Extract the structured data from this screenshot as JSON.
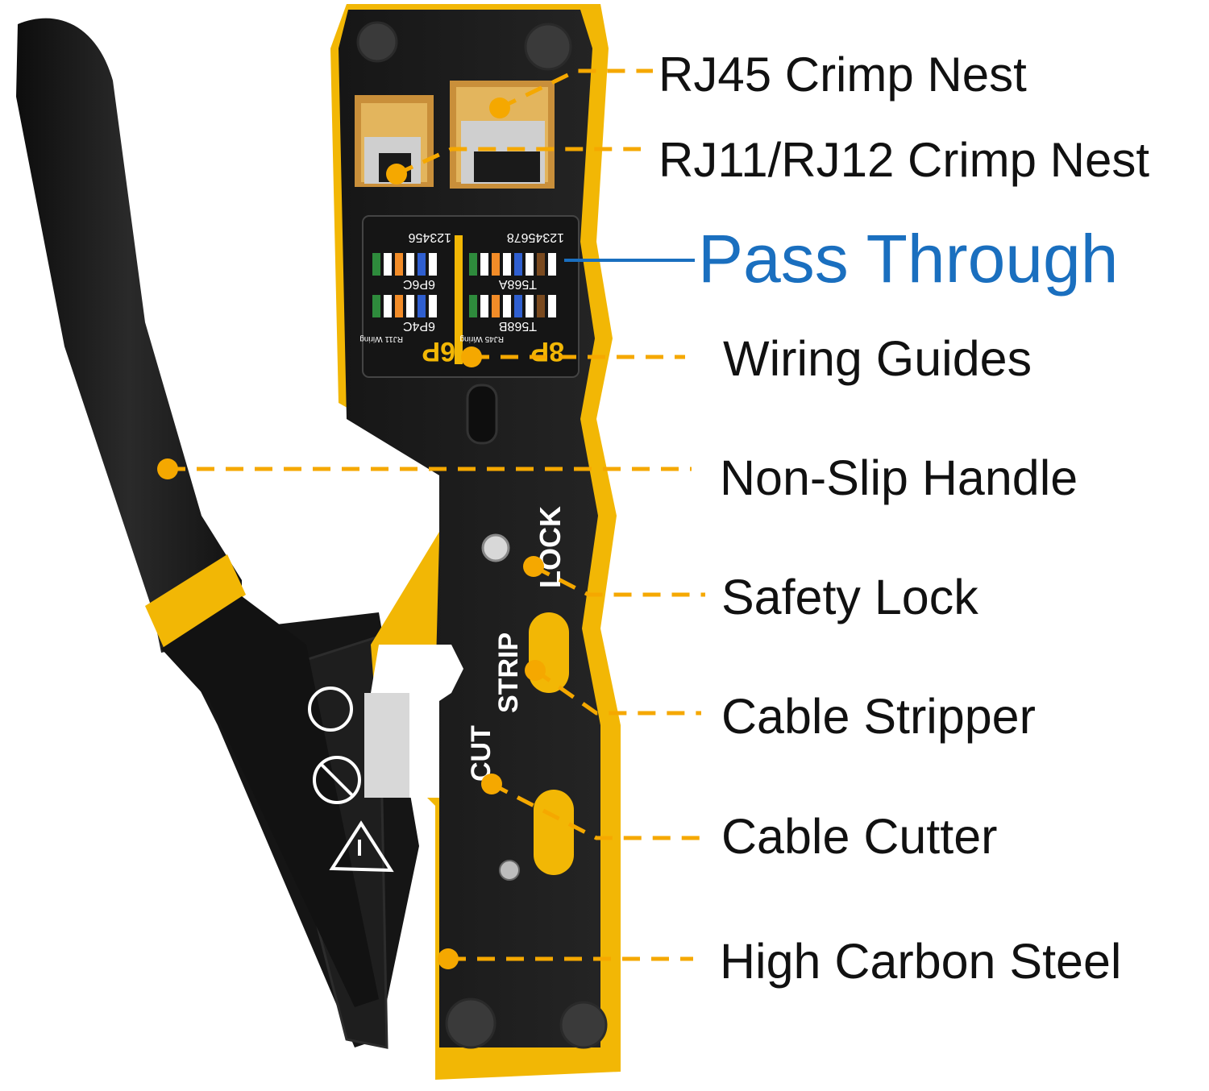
{
  "colors": {
    "accent_yellow": "#f2b705",
    "callout_dot": "#f5a800",
    "tool_black": "#1c1c1c",
    "pass_through_blue": "#1a6fbf",
    "label_text": "#111111",
    "background": "#ffffff"
  },
  "tool_markings": {
    "lock": "LOCK",
    "strip": "STRIP",
    "cut": "CUT",
    "pin_numbers_8": "12345678",
    "pin_numbers_6": "123456",
    "label_8p": "8P",
    "label_6p": "6P",
    "label_t568a": "T568A",
    "label_t568b": "T568B",
    "label_6p6c": "6P6C",
    "label_6p4c": "6P4C",
    "label_rj45_wiring": "RJ45 Wiring",
    "label_rj11_wiring": "RJ11 Wiring"
  },
  "callouts": [
    {
      "id": "rj45-crimp-nest",
      "label": "RJ45 Crimp Nest",
      "line_style": "dashed",
      "color": "#f5a800"
    },
    {
      "id": "rj11-rj12-crimp-nest",
      "label": "RJ11/RJ12 Crimp Nest",
      "line_style": "dashed",
      "color": "#f5a800"
    },
    {
      "id": "pass-through",
      "label": "Pass Through",
      "line_style": "solid",
      "color": "#1a6fbf"
    },
    {
      "id": "wiring-guides",
      "label": "Wiring Guides",
      "line_style": "dashed",
      "color": "#f5a800"
    },
    {
      "id": "non-slip-handle",
      "label": "Non-Slip Handle",
      "line_style": "dashed",
      "color": "#f5a800"
    },
    {
      "id": "safety-lock",
      "label": "Safety Lock",
      "line_style": "dashed",
      "color": "#f5a800"
    },
    {
      "id": "cable-stripper",
      "label": "Cable Stripper",
      "line_style": "dashed",
      "color": "#f5a800"
    },
    {
      "id": "cable-cutter",
      "label": "Cable Cutter",
      "line_style": "dashed",
      "color": "#f5a800"
    },
    {
      "id": "high-carbon-steel",
      "label": "High Carbon Steel",
      "line_style": "dashed",
      "color": "#f5a800"
    }
  ]
}
